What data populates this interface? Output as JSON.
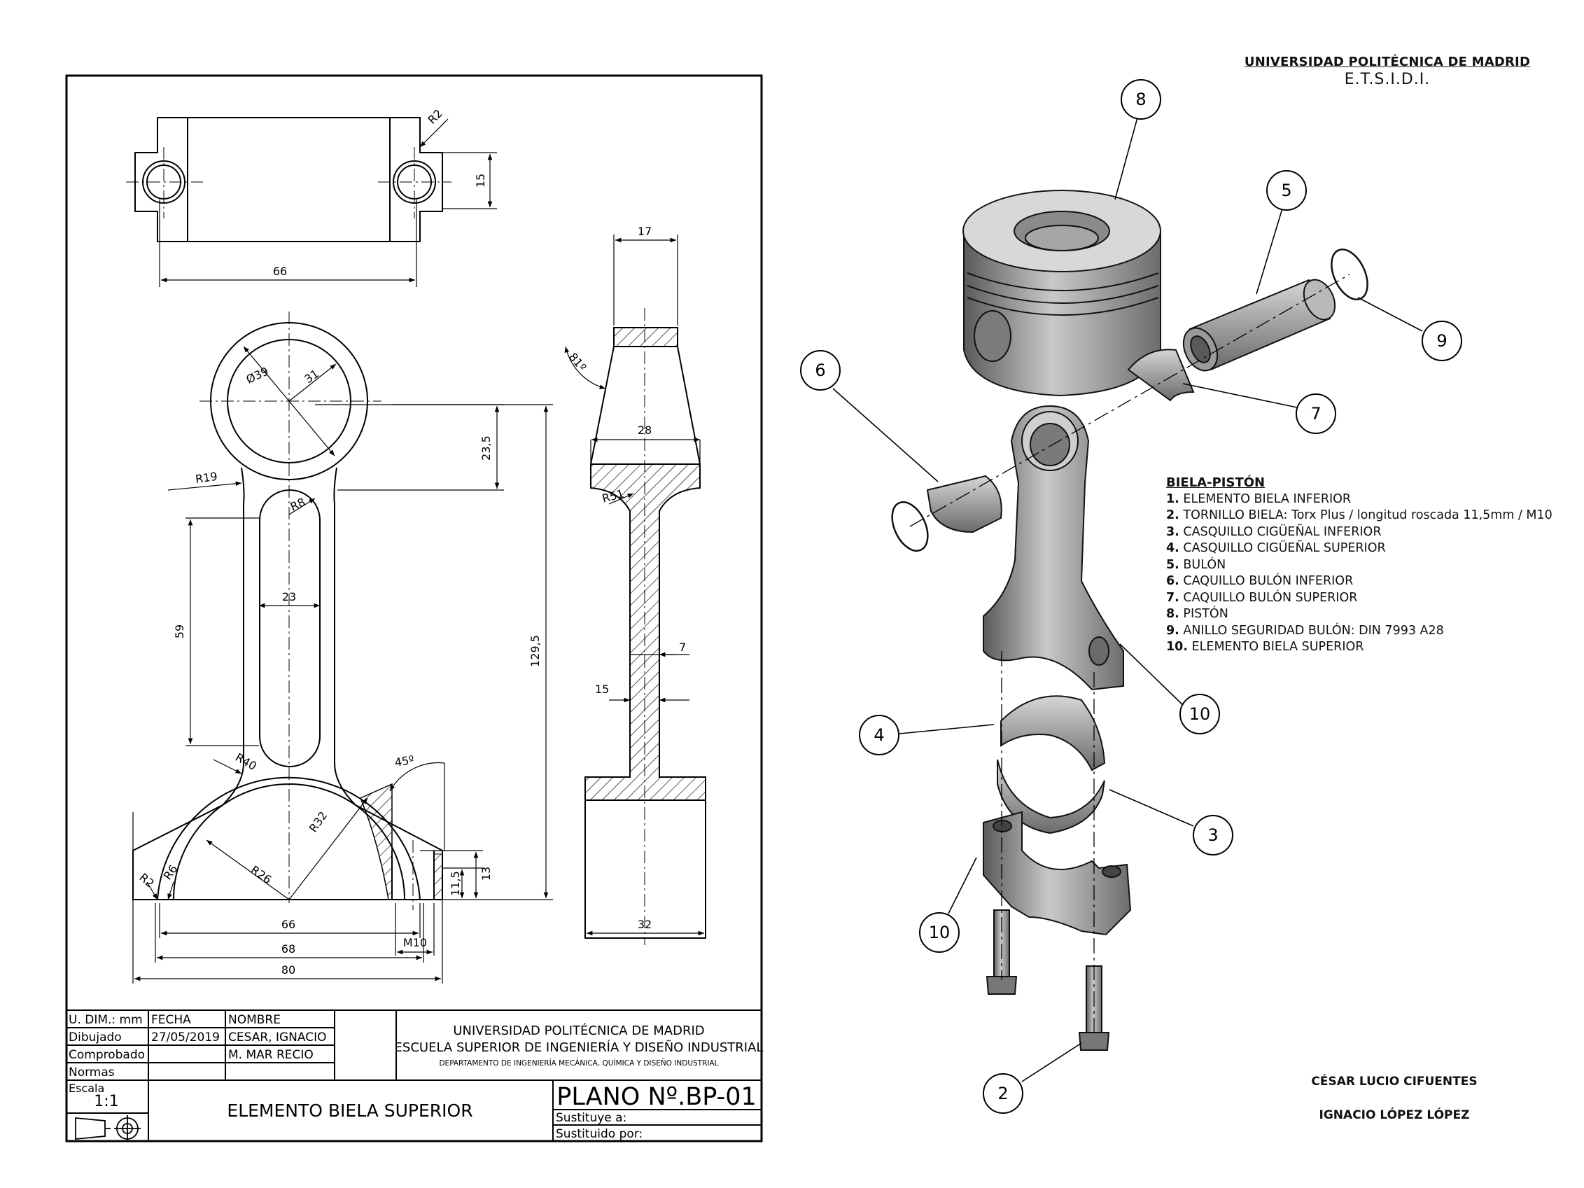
{
  "university": {
    "name": "UNIVERSIDAD POLITÉCNICA DE MADRID",
    "school": "E.T.S.I.D.I."
  },
  "drawing": {
    "dimensions": {
      "top_width": "66",
      "top_height": "15",
      "radius_r2_top": "R2",
      "diam_39": "Ø39",
      "dim_31": "31",
      "r19": "R19",
      "r8": "R8",
      "dim_23": "23",
      "dim_59": "59",
      "dim_23_5": "23,5",
      "dim_129_5": "129,5",
      "r40": "R40",
      "angle_45": "45º",
      "r32": "R32",
      "r26": "R26",
      "r2_bottom": "R2",
      "r6": "R6",
      "dim_11_5": "11,5",
      "dim_13": "13",
      "dim_66_bottom": "66",
      "dim_68": "68",
      "dim_80": "80",
      "m10": "M10",
      "side_17": "17",
      "side_81": "81º",
      "side_28": "28",
      "side_r51": "R51",
      "side_7": "7",
      "side_15": "15",
      "side_32": "32"
    },
    "title_block": {
      "u_dim": "U. DIM.: mm",
      "col_fecha": "FECHA",
      "col_nombre": "NOMBRE",
      "row_dibujado": "Dibujado",
      "fecha_dibujado": "27/05/2019",
      "nombre_dibujado": "CESAR, IGNACIO",
      "row_comprobado": "Comprobado",
      "nombre_comprobado": "M. MAR RECIO",
      "row_normas": "Normas",
      "row_escala": "Escala",
      "escala_value": "1:1",
      "inst_line1": "UNIVERSIDAD POLITÉCNICA DE MADRID",
      "inst_line2": "ESCUELA SUPERIOR DE INGENIERÍA Y DISEÑO INDUSTRIAL",
      "inst_line3": "DEPARTAMENTO DE INGENIERÍA MECÁNICA, QUÍMICA Y DISEÑO INDUSTRIAL",
      "part_name": "ELEMENTO BIELA SUPERIOR",
      "plano": "PLANO Nº.BP-01",
      "sustituye": "Sustituye a:",
      "sustituido": "Sustituido por:"
    }
  },
  "assembly": {
    "balloons": [
      "8",
      "5",
      "9",
      "6",
      "7",
      "4",
      "10",
      "3",
      "10",
      "2"
    ]
  },
  "legend": {
    "title": "BIELA-PISTÓN",
    "items": [
      {
        "num": "1.",
        "text": "ELEMENTO BIELA INFERIOR"
      },
      {
        "num": "2.",
        "text": "TORNILLO BIELA: Torx Plus / longitud roscada 11,5mm / M10"
      },
      {
        "num": "3.",
        "text": "CASQUILLO CIGÜEÑAL INFERIOR"
      },
      {
        "num": "4.",
        "text": "CASQUILLO CIGÜEÑAL SUPERIOR"
      },
      {
        "num": "5.",
        "text": "BULÓN"
      },
      {
        "num": "6.",
        "text": "CAQUILLO BULÓN INFERIOR"
      },
      {
        "num": "7.",
        "text": "CAQUILLO BULÓN SUPERIOR"
      },
      {
        "num": "8.",
        "text": "PISTÓN"
      },
      {
        "num": "9.",
        "text": "ANILLO SEGURIDAD BULÓN: DIN 7993 A28"
      },
      {
        "num": "10.",
        "text": "ELEMENTO BIELA SUPERIOR"
      }
    ]
  },
  "authors": [
    "CÉSAR LUCIO CIFUENTES",
    "IGNACIO LÓPEZ LÓPEZ"
  ]
}
